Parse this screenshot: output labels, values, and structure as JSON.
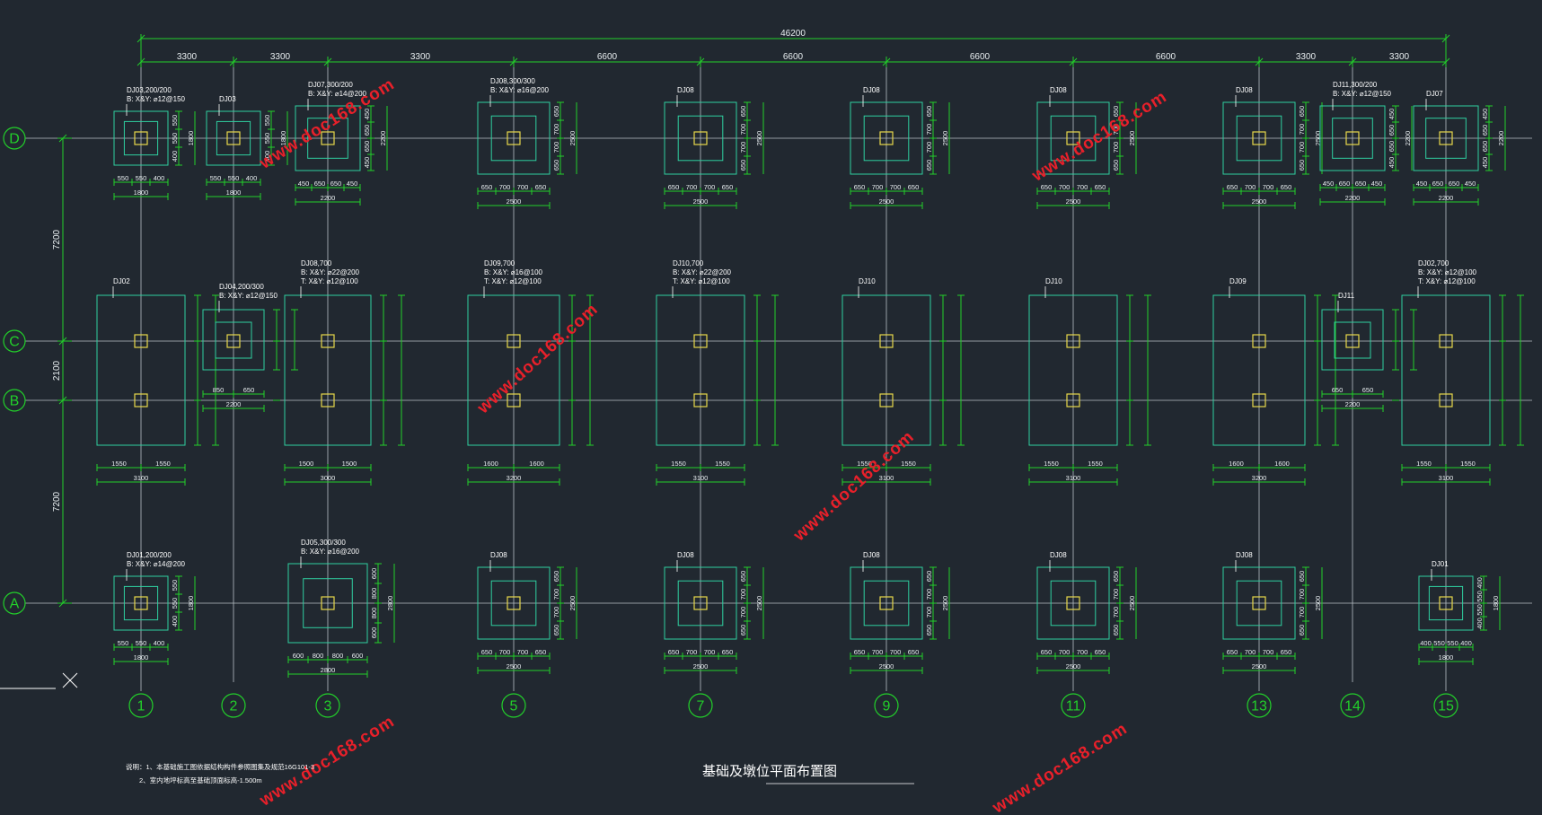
{
  "drawing_title": "基础及墩位平面布置图",
  "notes": [
    "说明：1、本基础施工图依据结构构件参照图集及规范16G101-3",
    "2、室内地坪标高至基础顶面标高-1.500m"
  ],
  "overall_dim": "46200",
  "top_spans": [
    "3300",
    "3300",
    "3300",
    "6600",
    "6600",
    "6600",
    "6600",
    "3300",
    "3300"
  ],
  "left_spans": [
    "7200",
    "2100",
    "7200"
  ],
  "watermark": "www.doc168.com",
  "colors": {
    "background": "#212830",
    "dimension": "#22d02a",
    "grid": "#b8c0c6",
    "footing": "#2fcfa0",
    "column": "#e8d84a",
    "watermark": "#e8202a"
  },
  "axes_x": [
    {
      "id": "1",
      "label": "1"
    },
    {
      "id": "2",
      "label": "2"
    },
    {
      "id": "3",
      "label": "3"
    },
    {
      "id": "5",
      "label": "5"
    },
    {
      "id": "7",
      "label": "7"
    },
    {
      "id": "9",
      "label": "9"
    },
    {
      "id": "11",
      "label": "11"
    },
    {
      "id": "13",
      "label": "13"
    },
    {
      "id": "14",
      "label": "14"
    },
    {
      "id": "15",
      "label": "15"
    }
  ],
  "axes_y": [
    {
      "id": "D",
      "label": "D"
    },
    {
      "id": "C",
      "label": "C"
    },
    {
      "id": "B",
      "label": "B"
    },
    {
      "id": "A",
      "label": "A"
    }
  ],
  "footings_d": [
    {
      "axis": "1",
      "lines": [
        "DJ03,200/200",
        "B: X&Y: ⌀12@150"
      ],
      "w": "1800",
      "side": [
        "550",
        "550",
        "400"
      ]
    },
    {
      "axis": "2",
      "lines": [
        "DJ03"
      ],
      "w": "1800",
      "side": [
        "550",
        "550",
        "400"
      ]
    },
    {
      "axis": "3",
      "lines": [
        "DJ07,300/200",
        "B: X&Y: ⌀14@200"
      ],
      "w": "2200",
      "side": [
        "450",
        "650",
        "650",
        "450"
      ]
    },
    {
      "axis": "5",
      "lines": [
        "DJ08,300/300",
        "B: X&Y: ⌀16@200"
      ],
      "w": "2500",
      "side": [
        "650",
        "700",
        "700",
        "650"
      ]
    },
    {
      "axis": "7",
      "lines": [
        "DJ08"
      ],
      "w": "2500",
      "side": [
        "650",
        "700",
        "700",
        "650"
      ]
    },
    {
      "axis": "9",
      "lines": [
        "DJ08"
      ],
      "w": "2500",
      "side": [
        "650",
        "700",
        "700",
        "650"
      ]
    },
    {
      "axis": "11",
      "lines": [
        "DJ08"
      ],
      "w": "2500",
      "side": [
        "650",
        "700",
        "700",
        "650"
      ]
    },
    {
      "axis": "13",
      "lines": [
        "DJ08"
      ],
      "w": "2500",
      "side": [
        "650",
        "700",
        "700",
        "650"
      ]
    },
    {
      "axis": "14",
      "lines": [
        "DJ11,300/200",
        "B: X&Y: ⌀12@150"
      ],
      "w": "2200",
      "side": [
        "450",
        "650",
        "650",
        "450"
      ]
    },
    {
      "axis": "15",
      "lines": [
        "DJ07"
      ],
      "w": "2200",
      "side": [
        "450",
        "650",
        "650",
        "450"
      ]
    }
  ],
  "footings_cb": [
    {
      "axis": "1",
      "lines": [
        "DJ02"
      ],
      "w": "3100",
      "halves": [
        "1550",
        "1550"
      ]
    },
    {
      "axis": "2",
      "lines": [
        "DJ04,200/300",
        "B: X&Y: ⌀12@150"
      ],
      "w": "2200",
      "halves": [
        "850",
        "650"
      ]
    },
    {
      "axis": "3",
      "lines": [
        "DJ08,700",
        "B: X&Y: ⌀22@200",
        "T: X&Y: ⌀12@100"
      ],
      "w": "3000",
      "halves": [
        "1500",
        "1500"
      ]
    },
    {
      "axis": "5",
      "lines": [
        "DJ09,700",
        "B: X&Y: ⌀16@100",
        "T: X&Y: ⌀12@100"
      ],
      "w": "3200",
      "halves": [
        "1600",
        "1600"
      ]
    },
    {
      "axis": "7",
      "lines": [
        "DJ10,700",
        "B: X&Y: ⌀22@200",
        "T: X&Y: ⌀12@100"
      ],
      "w": "3100",
      "halves": [
        "1550",
        "1550"
      ]
    },
    {
      "axis": "9",
      "lines": [
        "DJ10"
      ],
      "w": "3100",
      "halves": [
        "1550",
        "1550"
      ]
    },
    {
      "axis": "11",
      "lines": [
        "DJ10"
      ],
      "w": "3100",
      "halves": [
        "1550",
        "1550"
      ]
    },
    {
      "axis": "13",
      "lines": [
        "DJ09"
      ],
      "w": "3200",
      "halves": [
        "1600",
        "1600"
      ]
    },
    {
      "axis": "14",
      "lines": [
        "DJ11"
      ],
      "w": "2200",
      "halves": [
        "650",
        "650"
      ]
    },
    {
      "axis": "15",
      "lines": [
        "DJ02,700",
        "B: X&Y: ⌀12@100",
        "T: X&Y: ⌀12@100"
      ],
      "w": "3100",
      "halves": [
        "1550",
        "1550"
      ]
    }
  ],
  "footings_a": [
    {
      "axis": "1",
      "lines": [
        "DJ01,200/200",
        "B: X&Y: ⌀14@200"
      ],
      "w": "1800",
      "side": [
        "550",
        "550",
        "400"
      ]
    },
    {
      "axis": "3",
      "lines": [
        "DJ05,300/300",
        "B: X&Y: ⌀16@200"
      ],
      "w": "2800",
      "side": [
        "600",
        "800",
        "800",
        "600"
      ]
    },
    {
      "axis": "5",
      "lines": [
        "DJ08"
      ],
      "w": "2500",
      "side": [
        "650",
        "700",
        "700",
        "650"
      ]
    },
    {
      "axis": "7",
      "lines": [
        "DJ08"
      ],
      "w": "2500",
      "side": [
        "650",
        "700",
        "700",
        "650"
      ]
    },
    {
      "axis": "9",
      "lines": [
        "DJ08"
      ],
      "w": "2500",
      "side": [
        "650",
        "700",
        "700",
        "650"
      ]
    },
    {
      "axis": "11",
      "lines": [
        "DJ08"
      ],
      "w": "2500",
      "side": [
        "650",
        "700",
        "700",
        "650"
      ]
    },
    {
      "axis": "13",
      "lines": [
        "DJ08"
      ],
      "w": "2500",
      "side": [
        "650",
        "700",
        "700",
        "650"
      ]
    },
    {
      "axis": "15",
      "lines": [
        "DJ01"
      ],
      "w": "1800",
      "side": [
        "400",
        "550",
        "550",
        "400"
      ]
    }
  ]
}
